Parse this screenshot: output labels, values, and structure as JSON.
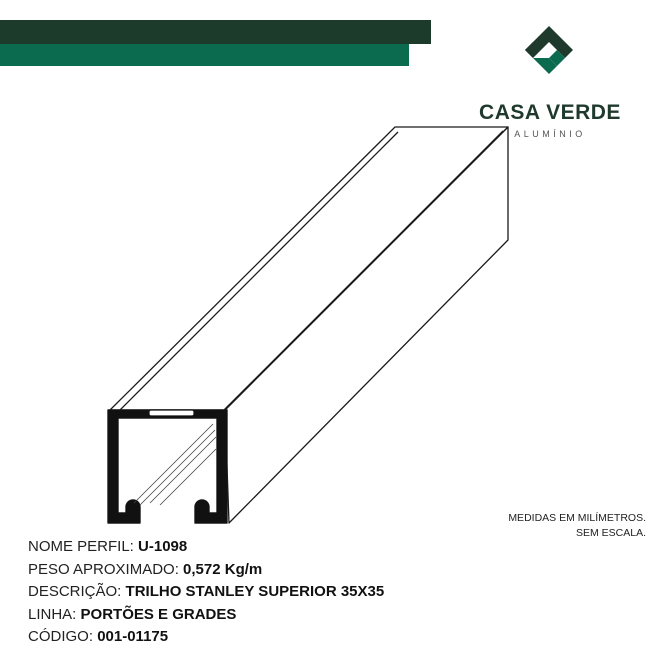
{
  "brand": {
    "name": "CASA VERDE",
    "subtitle": "ALUMÍNIO",
    "colors": {
      "dark": "#1d3b2b",
      "green": "#0b6b4f",
      "icon_dark": "#1f3a2d"
    }
  },
  "note": {
    "line1": "MEDIDAS EM MILÍMETROS.",
    "line2": "SEM ESCALA."
  },
  "specs": [
    {
      "label": "NOME PERFIL:",
      "value": "U-1098"
    },
    {
      "label": "PESO APROXIMADO:",
      "value": "0,572 Kg/m"
    },
    {
      "label": "DESCRIÇÃO:",
      "value": "TRILHO STANLEY SUPERIOR 35X35"
    },
    {
      "label": "LINHA:",
      "value": "PORTÕES E GRADES"
    },
    {
      "label": "CÓDIGO:",
      "value": "001-01175"
    }
  ]
}
